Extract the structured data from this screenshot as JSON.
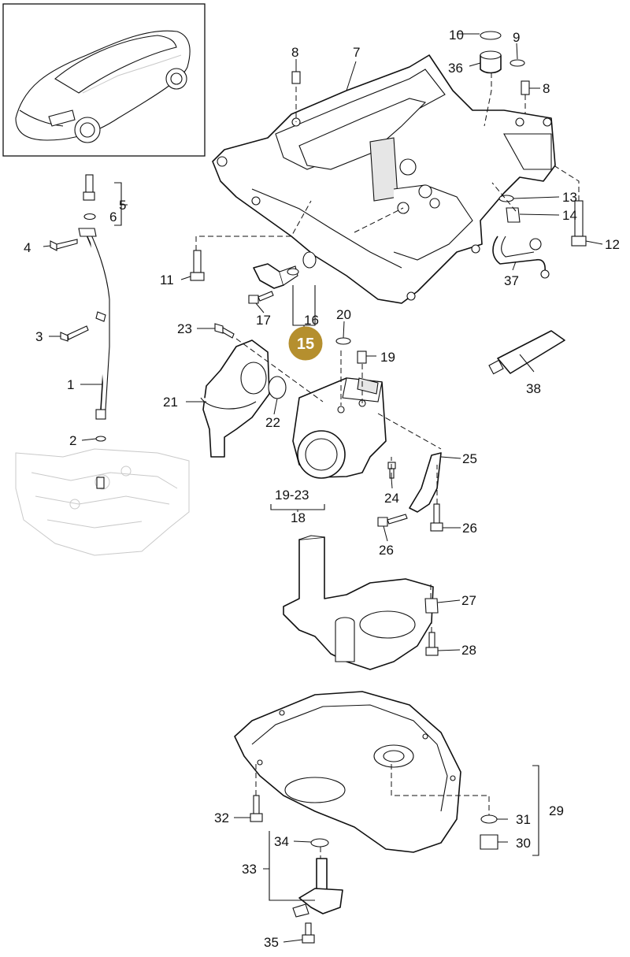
{
  "diagram": {
    "highlight_color": "#b58f2e",
    "line_color": "#111111",
    "highlighted_part": "15",
    "callouts": {
      "c1": "1",
      "c2": "2",
      "c3": "3",
      "c4": "4",
      "c5": "5",
      "c6": "6",
      "c7": "7",
      "c8a": "8",
      "c8b": "8",
      "c9": "9",
      "c10": "10",
      "c11": "11",
      "c12": "12",
      "c13": "13",
      "c14": "14",
      "c15": "15",
      "c16": "16",
      "c17": "17",
      "c18": "18",
      "c19": "19",
      "c19_23": "19-23",
      "c20": "20",
      "c21": "21",
      "c22": "22",
      "c23": "23",
      "c24": "24",
      "c25": "25",
      "c26a": "26",
      "c26b": "26",
      "c27": "27",
      "c28": "28",
      "c29": "29",
      "c30": "30",
      "c31": "31",
      "c32": "32",
      "c33": "33",
      "c34": "34",
      "c35": "35",
      "c36": "36",
      "c37": "37",
      "c38": "38"
    }
  }
}
